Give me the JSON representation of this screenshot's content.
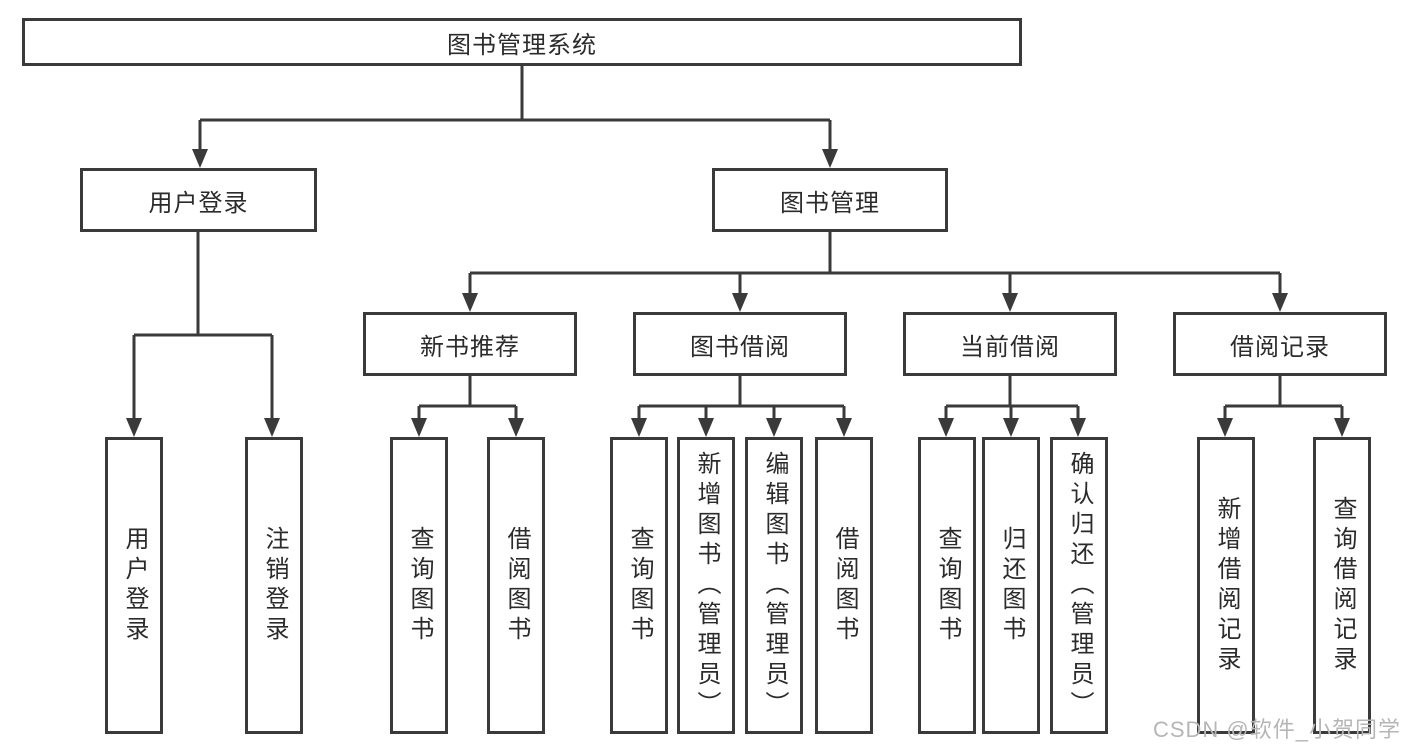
{
  "tree": {
    "label": "图书管理系统",
    "children": [
      {
        "label": "用户登录",
        "children": [
          {
            "label": "用户登录"
          },
          {
            "label": "注销登录"
          }
        ]
      },
      {
        "label": "图书管理",
        "children": [
          {
            "label": "新书推荐",
            "children": [
              {
                "label": "查询图书"
              },
              {
                "label": "借阅图书"
              }
            ]
          },
          {
            "label": "图书借阅",
            "children": [
              {
                "label": "查询图书"
              },
              {
                "label": "新增图书（管理员）"
              },
              {
                "label": "编辑图书（管理员）"
              },
              {
                "label": "借阅图书"
              }
            ]
          },
          {
            "label": "当前借阅",
            "children": [
              {
                "label": "查询图书"
              },
              {
                "label": "归还图书"
              },
              {
                "label": "确认归还（管理员）"
              }
            ]
          },
          {
            "label": "借阅记录",
            "children": [
              {
                "label": "新增借阅记录"
              },
              {
                "label": "查询借阅记录"
              }
            ]
          }
        ]
      }
    ]
  },
  "watermark": "CSDN @软件_小贺同学",
  "colors": {
    "line": "#3a3a3a",
    "box_border": "#3a3a3a",
    "text": "#2b2b2b",
    "watermark": "#b6b6b6",
    "background": "#ffffff"
  }
}
